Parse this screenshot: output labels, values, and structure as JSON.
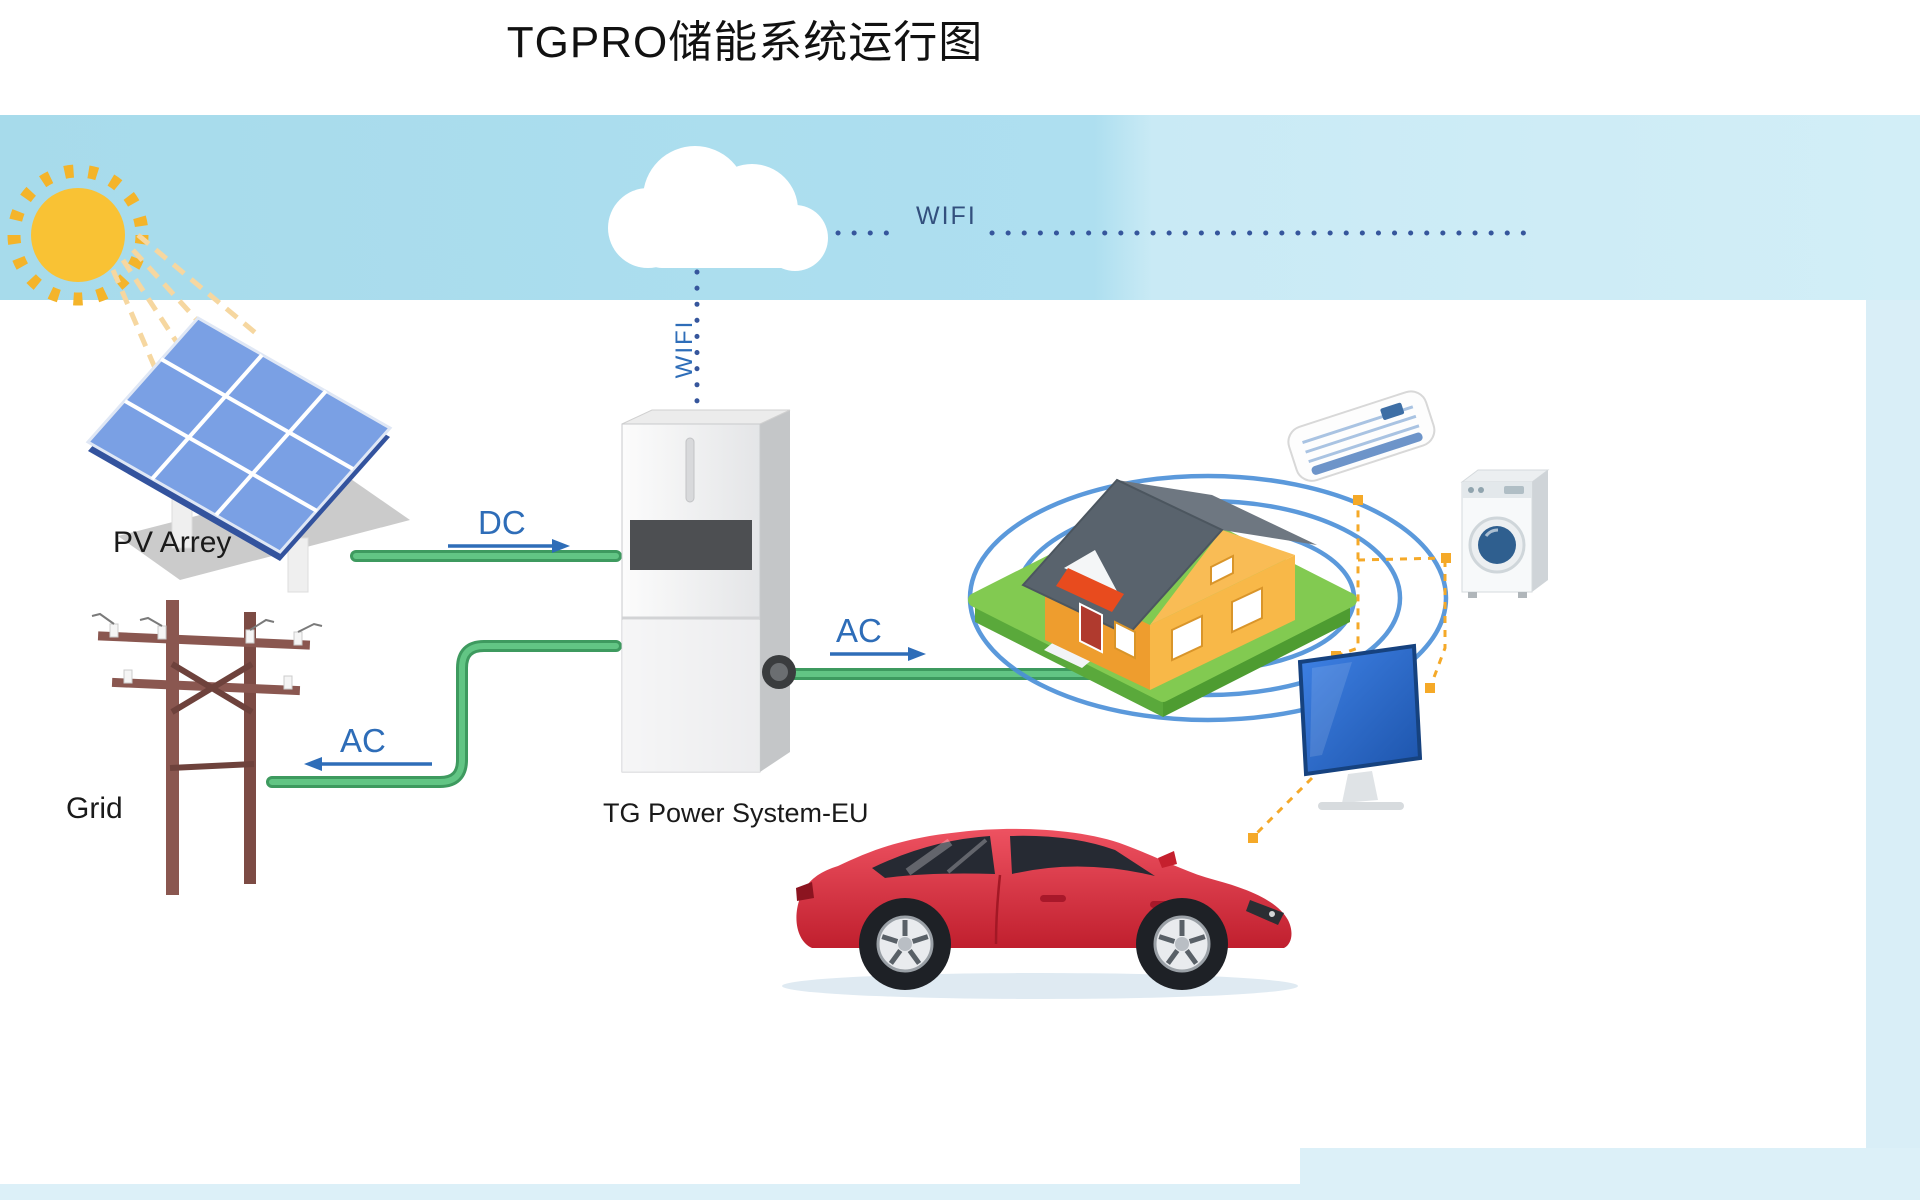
{
  "title": "TGPRO储能系统运行图",
  "diagram": {
    "wifi_label_horizontal": "WIFI",
    "wifi_label_vertical": "WIFI",
    "pv_label": "PV Arrey",
    "grid_label": "Grid",
    "inverter_label": "TG Power System-EU",
    "dc_flow_label": "DC",
    "ac_grid_flow_label": "AC",
    "ac_house_flow_label": "AC"
  },
  "colors": {
    "sky_blue": "#a7dbeb",
    "accent_blue": "#2e6db8",
    "wifi_dot_blue": "#36569c",
    "energy_line_green": "#4cb271",
    "connection_orange": "#f5a928",
    "car_red": "#d8222f",
    "house_wall_orange": "#f0a132",
    "house_roof_gray": "#59636d",
    "grass_green": "#82ca51",
    "sun_yellow": "#f9c234"
  }
}
